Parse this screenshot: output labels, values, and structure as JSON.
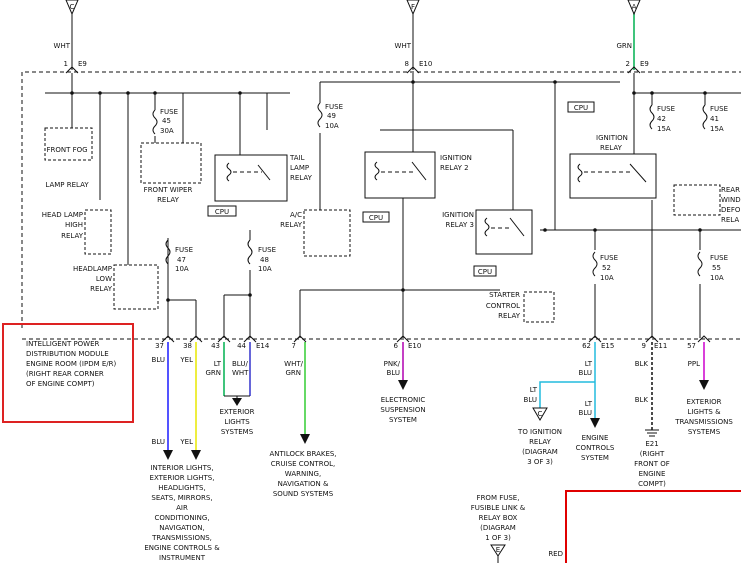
{
  "connectors_top": [
    {
      "letter": "C",
      "wire": "WHT",
      "pin": "1",
      "conn": "E9"
    },
    {
      "letter": "F",
      "wire": "WHT",
      "pin": "8",
      "conn": "E10"
    },
    {
      "letter": "A",
      "wire": "GRN",
      "pin": "2",
      "conn": "E9"
    }
  ],
  "components": {
    "front_fog": [
      "FRONT FOG",
      "LAMP RELAY"
    ],
    "fuse45": [
      "FUSE",
      "45",
      "30A"
    ],
    "front_wiper": [
      "FRONT WIPER",
      "RELAY"
    ],
    "fuse49": [
      "FUSE",
      "49",
      "10A"
    ],
    "tail_lamp": [
      "TAIL",
      "LAMP",
      "RELAY"
    ],
    "cpu1": "CPU",
    "ac_relay": [
      "A/C",
      "RELAY"
    ],
    "ign_relay2": [
      "IGNITION",
      "RELAY 2"
    ],
    "cpu2": "CPU",
    "ign_relay3": [
      "IGNITION",
      "RELAY 3"
    ],
    "cpu3": "CPU",
    "cpu4": "CPU",
    "ign_relay": [
      "IGNITION",
      "RELAY"
    ],
    "fuse42": [
      "FUSE",
      "42",
      "15A"
    ],
    "fuse41": [
      "FUSE",
      "41",
      "15A"
    ],
    "rear_window": [
      "REAR",
      "WIND",
      "DEFO",
      "RELA"
    ],
    "headlamp_high": [
      "HEAD LAMP",
      "HIGH",
      "RELAY"
    ],
    "fuse47": [
      "FUSE",
      "47",
      "10A"
    ],
    "fuse48": [
      "FUSE",
      "48",
      "10A"
    ],
    "headlamp_low": [
      "HEADLAMP",
      "LOW",
      "RELAY"
    ],
    "fuse52": [
      "FUSE",
      "52",
      "10A"
    ],
    "fuse55": [
      "FUSE",
      "55",
      "10A"
    ],
    "starter": [
      "STARTER",
      "CONTROL",
      "RELAY"
    ]
  },
  "ipdm_label": [
    "INTELLIGENT POWER",
    "DISTRIBUTION MODULE",
    "ENGINE ROOM (IPDM E/R)",
    "(RIGHT REAR CORNER",
    "OF ENGINE COMPT)"
  ],
  "pins": [
    {
      "pin": "37",
      "wire": [
        "BLU"
      ]
    },
    {
      "pin": "38",
      "wire": [
        "YEL"
      ]
    },
    {
      "pin": "43",
      "wire": [
        "LT",
        "GRN"
      ]
    },
    {
      "pin": "44",
      "conn": "E14",
      "wire": [
        "BLU/",
        "WHT"
      ]
    },
    {
      "pin": "7",
      "wire": [
        "WHT/",
        "GRN"
      ]
    },
    {
      "pin": "6",
      "conn": "E10",
      "wire": [
        "PNK/",
        "BLU"
      ]
    },
    {
      "pin": "62",
      "conn": "E15",
      "wire": [
        "LT",
        "BLU"
      ]
    },
    {
      "pin": "9",
      "conn": "E11",
      "wire": [
        "BLK"
      ]
    },
    {
      "pin": "57",
      "wire": [
        "PPL"
      ]
    }
  ],
  "wire_colors": {
    "blu": "#1a1aff",
    "yel": "#e8e800",
    "ltgrn": "#00b050",
    "bluwht": "#3333cc",
    "whtgrn": "#33cc33",
    "pnkblu": "#b000b0",
    "ltblu": "#22bbdd",
    "ppl": "#cc00cc",
    "red": "#e00000",
    "highlight": "#dd2222"
  },
  "bottom_labels": {
    "blu": "BLU",
    "yel": "YEL",
    "exterior1": [
      "EXTERIOR",
      "LIGHTS",
      "SYSTEMS"
    ],
    "interior": [
      "INTERIOR LIGHTS,",
      "EXTERIOR LIGHTS,",
      "HEADLIGHTS,",
      "SEATS, MIRRORS,",
      "AIR",
      "CONDITIONING,",
      "NAVIGATION,",
      "TRANSMISSIONS,",
      "ENGINE CONTROLS &",
      "INSTRUMENT"
    ],
    "antilock": [
      "ANTILOCK BRAKES,",
      "CRUISE CONTROL,",
      "WARNING,",
      "NAVIGATION &",
      "SOUND SYSTEMS"
    ],
    "electronic": [
      "ELECTRONIC",
      "SUSPENSION",
      "SYSTEM"
    ],
    "ltblu_a": [
      "LT",
      "BLU"
    ],
    "ltblu_b": [
      "LT",
      "BLU"
    ],
    "connC": "C",
    "to_ign": [
      "TO IGNITION",
      "RELAY",
      "(DIAGRAM",
      "3 OF 3)"
    ],
    "engine_ctrl": [
      "ENGINE",
      "CONTROLS",
      "SYSTEM"
    ],
    "blk2": "BLK",
    "e21": [
      "E21",
      "(RIGHT",
      "FRONT OF",
      "ENGINE",
      "COMPT)"
    ],
    "exterior2": [
      "EXTERIOR",
      "LIGHTS &",
      "TRANSMISSIONS",
      "SYSTEMS"
    ],
    "from_fuse": [
      "FROM FUSE,",
      "FUSIBLE LINK &",
      "RELAY BOX",
      "(DIAGRAM",
      "1 OF 3)"
    ],
    "connE": "E",
    "red": "RED"
  }
}
